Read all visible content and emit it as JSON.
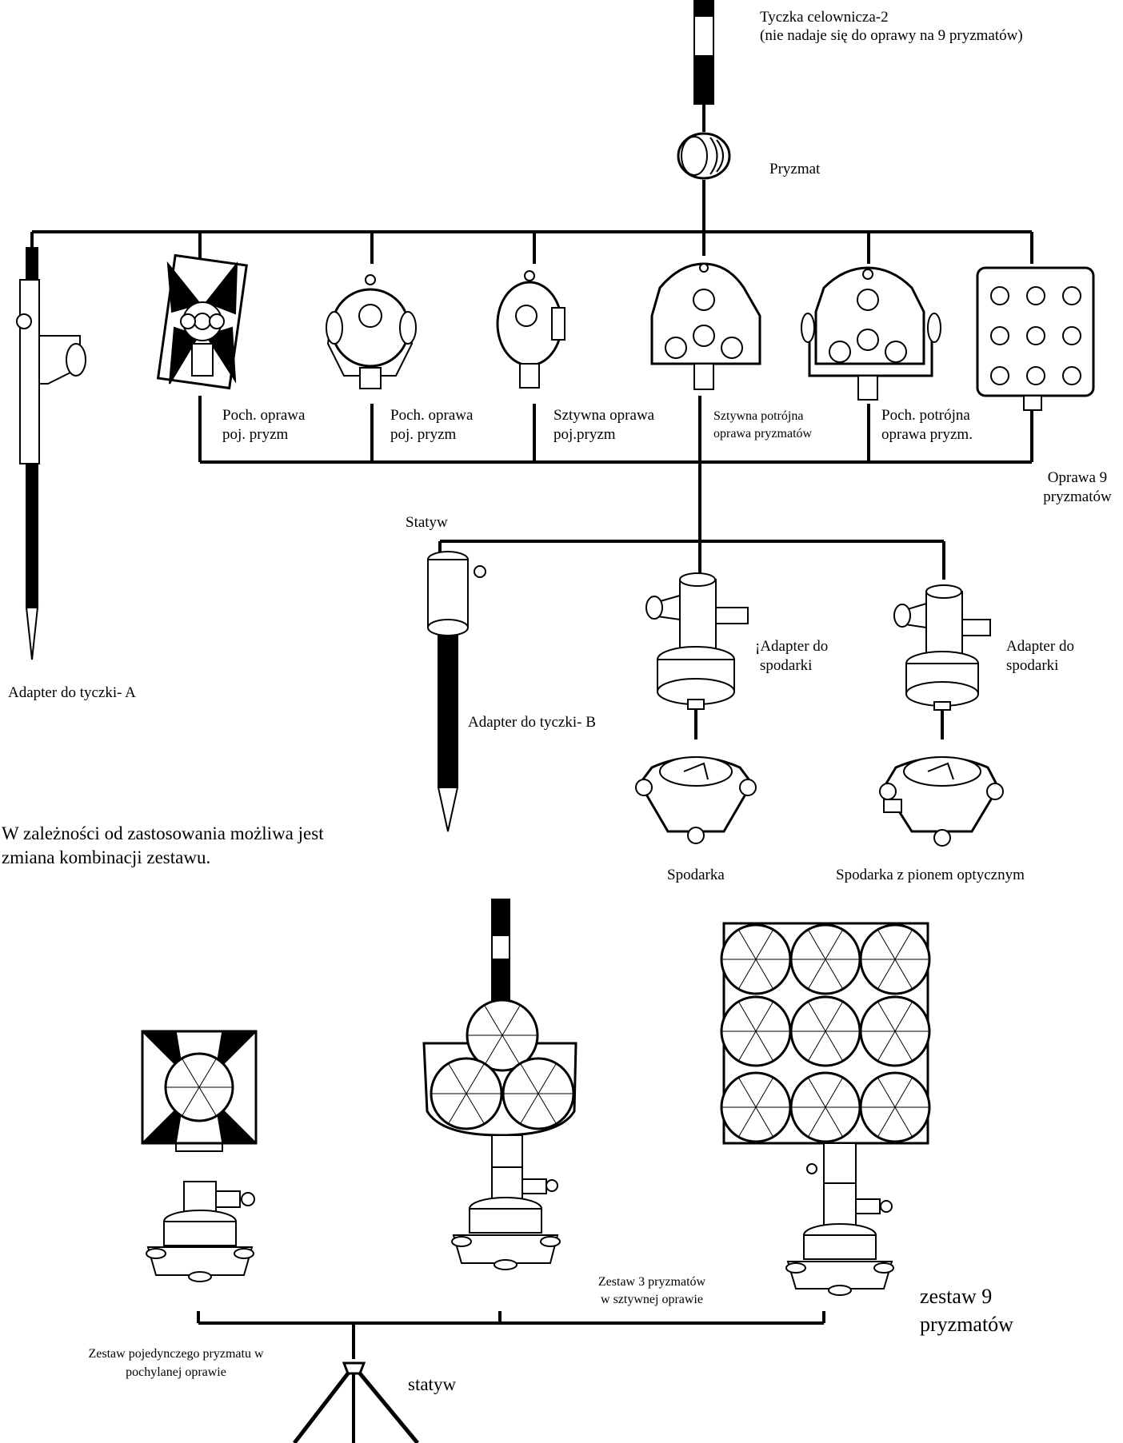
{
  "labels": {
    "sighting_pole": "Tyczka celownicza-2",
    "sighting_pole_note": "(nie nadaje się do oprawy na 9 pryzmatów)",
    "prism": "Pryzmat",
    "tilt_single_1_l1": "Poch. oprawa",
    "tilt_single_1_l2": "poj. pryzm",
    "tilt_single_2_l1": "Poch. oprawa",
    "tilt_single_2_l2": "poj. pryzm",
    "fixed_single_l1": "Sztywna oprawa",
    "fixed_single_l2": "poj.pryzm",
    "fixed_triple_l1": "Sztywna potrójna",
    "fixed_triple_l2": "oprawa pryzmatów",
    "tilt_triple_l1": "Poch. potrójna",
    "tilt_triple_l2": "oprawa pryzm.",
    "nine_holder_l1": "Oprawa 9",
    "nine_holder_l2": "pryzmatów",
    "pole_adapter_a": "Adapter do tyczki- A",
    "stand": "Statyw",
    "pole_adapter_b": "Adapter do tyczki- B",
    "tribrach_adapter_1_l1": "¡Adapter do",
    "tribrach_adapter_1_l2": "spodarki",
    "tribrach_adapter_2_l1": "Adapter do",
    "tribrach_adapter_2_l2": "spodarki",
    "tribrach": "Spodarka",
    "tribrach_optical": "Spodarka z pionem optycznym",
    "note_l1": "W zależności od zastosowania możliwa jest",
    "note_l2": "zmiana kombinacji zestawu.",
    "set_single_l1": "Zestaw pojedynczego pryzmatu w",
    "set_single_l2": "pochylanej oprawie",
    "set_triple_l1": "Zestaw 3 pryzmatów",
    "set_triple_l2": "w sztywnej oprawie",
    "set_nine_l1": "zestaw 9",
    "set_nine_l2": "pryzmatów",
    "tripod": "statyw"
  },
  "colors": {
    "line": "#000000",
    "background": "#ffffff",
    "fill": "#ffffff"
  }
}
